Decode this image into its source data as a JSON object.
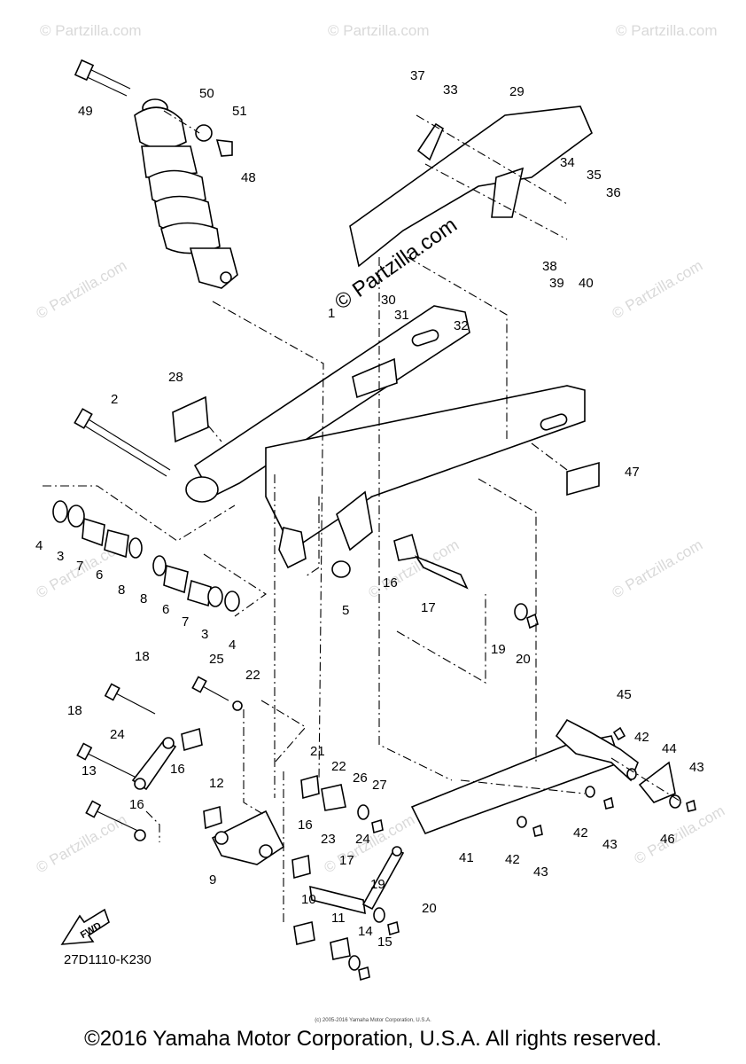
{
  "watermark": "© Partzilla.com",
  "diagram_code": "27D1110-K230",
  "fwd_label": "FWD",
  "tiny_copyright": "(c) 2005-2016 Yamaha Motor Corporation, U.S.A.",
  "copyright": "©2016 Yamaha Motor Corporation, U.S.A. All rights reserved.",
  "callouts": [
    "49",
    "50",
    "51",
    "48",
    "37",
    "33",
    "29",
    "34",
    "35",
    "36",
    "38",
    "39",
    "40",
    "30",
    "31",
    "32",
    "1",
    "28",
    "2",
    "47",
    "4",
    "3",
    "7",
    "6",
    "8",
    "8",
    "6",
    "7",
    "3",
    "4",
    "5",
    "16",
    "17",
    "19",
    "20",
    "18",
    "25",
    "22",
    "18",
    "24",
    "16",
    "12",
    "13",
    "16",
    "21",
    "22",
    "26",
    "27",
    "23",
    "16",
    "24",
    "9",
    "17",
    "19",
    "20",
    "10",
    "11",
    "14",
    "15",
    "45",
    "42",
    "44",
    "43",
    "41",
    "42",
    "43",
    "42",
    "43",
    "46"
  ]
}
